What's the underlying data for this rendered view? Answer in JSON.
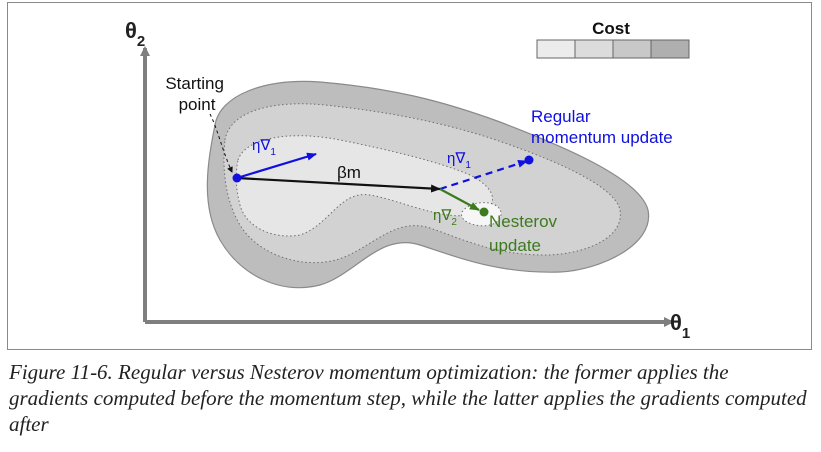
{
  "figure": {
    "axes": {
      "y_label_main": "θ",
      "y_label_sub": "2",
      "x_label_main": "θ",
      "x_label_sub": "1"
    },
    "legend": {
      "title": "Cost",
      "swatch_colors": [
        "#ececec",
        "#dcdcdc",
        "#c8c8c8",
        "#afafaf"
      ]
    },
    "labels": {
      "starting_point_line1": "Starting",
      "starting_point_line2": "point",
      "momentum": "βm",
      "eta_grad": "η∇",
      "eta_grad_1_sub": "1",
      "eta_grad_2_sub": "2",
      "regular_line1": "Regular",
      "regular_line2": "momentum update",
      "nesterov_line1": "Nesterov",
      "nesterov_line2": "update"
    },
    "colors": {
      "regular": "#1010e0",
      "nesterov": "#3c7a1e",
      "momentum": "#111111",
      "outer_region": "#bdbdbd",
      "middle_region": "#d2d2d2",
      "inner_region": "#e6e6e6",
      "core_region": "#f4f4f4"
    }
  },
  "caption": "Figure 11-6. Regular versus Nesterov momentum optimization: the former applies the gradients computed before the momentum step, while the latter applies the gradients computed after"
}
